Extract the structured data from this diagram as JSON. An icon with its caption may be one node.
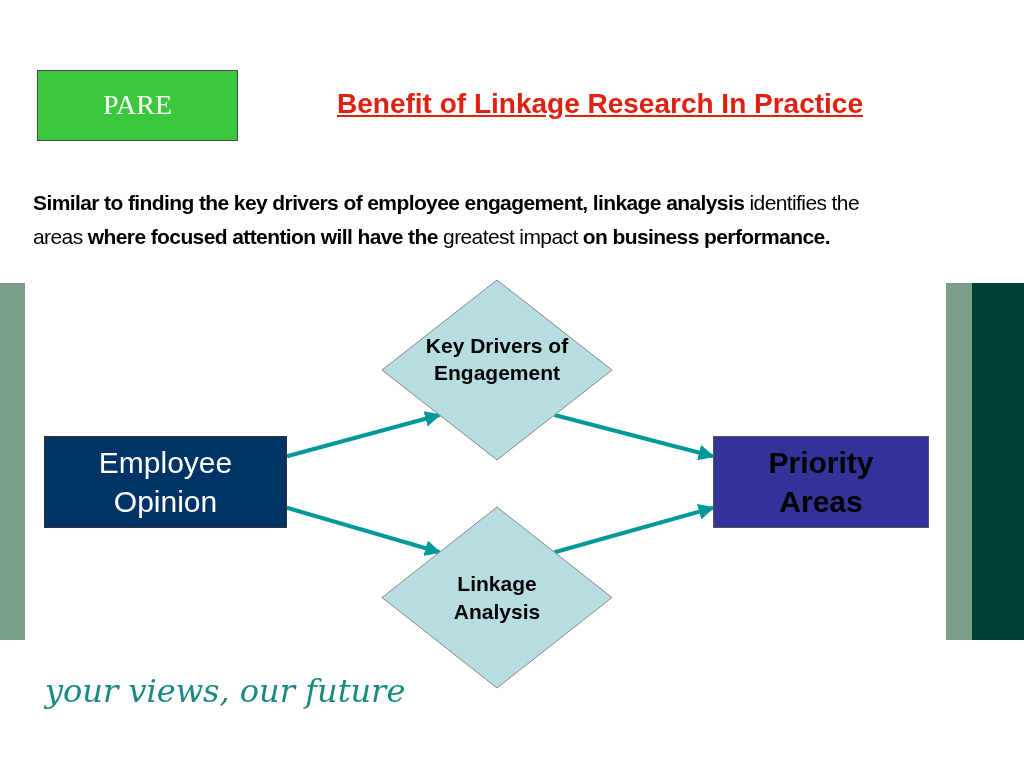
{
  "diagram": {
    "title": "Benefit of Linkage Research In Practice",
    "nodes": [
      {
        "text": [
          "PARE"
        ]
      },
      {
        "text": [
          "Key Drivers of Engagement"
        ]
      },
      {
        "text": [
          "Employee Opinion"
        ]
      },
      {
        "text": [
          "Linkage Analysis"
        ]
      },
      {
        "text": [
          "Priority Areas"
        ]
      }
    ],
    "edges": [
      {
        "from": 2,
        "to": 1,
        "arrow": "to"
      },
      {
        "from": 2,
        "to": 3,
        "arrow": "to"
      },
      {
        "from": 1,
        "to": 4,
        "arrow": "to"
      },
      {
        "from": 3,
        "to": 4,
        "arrow": "to"
      }
    ],
    "labels": [
      "**Similar to finding the key drivers of employee engagement, linkage analysis** identifies the areas **where focused attention will have the** greatest impact **on business performance.**",
      "your views, our future"
    ]
  }
}
